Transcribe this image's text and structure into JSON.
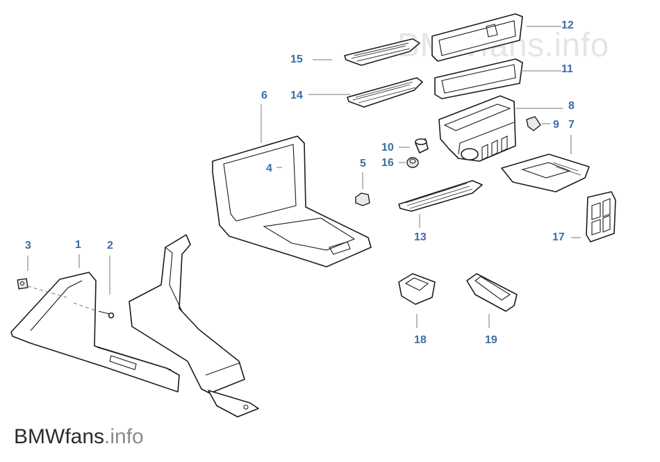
{
  "watermark": {
    "top_text": "BMWfans.info",
    "bottom_brand": "BMWfans",
    "bottom_suffix": ".info"
  },
  "callouts": [
    {
      "id": "1",
      "text": "1"
    },
    {
      "id": "2",
      "text": "2"
    },
    {
      "id": "3",
      "text": "3"
    },
    {
      "id": "4",
      "text": "4"
    },
    {
      "id": "5",
      "text": "5"
    },
    {
      "id": "6",
      "text": "6"
    },
    {
      "id": "7",
      "text": "7"
    },
    {
      "id": "8",
      "text": "8"
    },
    {
      "id": "9",
      "text": "9"
    },
    {
      "id": "10",
      "text": "10"
    },
    {
      "id": "11",
      "text": "11"
    },
    {
      "id": "12",
      "text": "12"
    },
    {
      "id": "13",
      "text": "13"
    },
    {
      "id": "14",
      "text": "14"
    },
    {
      "id": "15",
      "text": "15"
    },
    {
      "id": "16",
      "text": "16"
    },
    {
      "id": "17",
      "text": "17"
    },
    {
      "id": "18",
      "text": "18"
    },
    {
      "id": "19",
      "text": "19"
    }
  ],
  "colors": {
    "callout": "#3a6ea5",
    "line": "#1a1a1a",
    "leader": "#777777"
  }
}
